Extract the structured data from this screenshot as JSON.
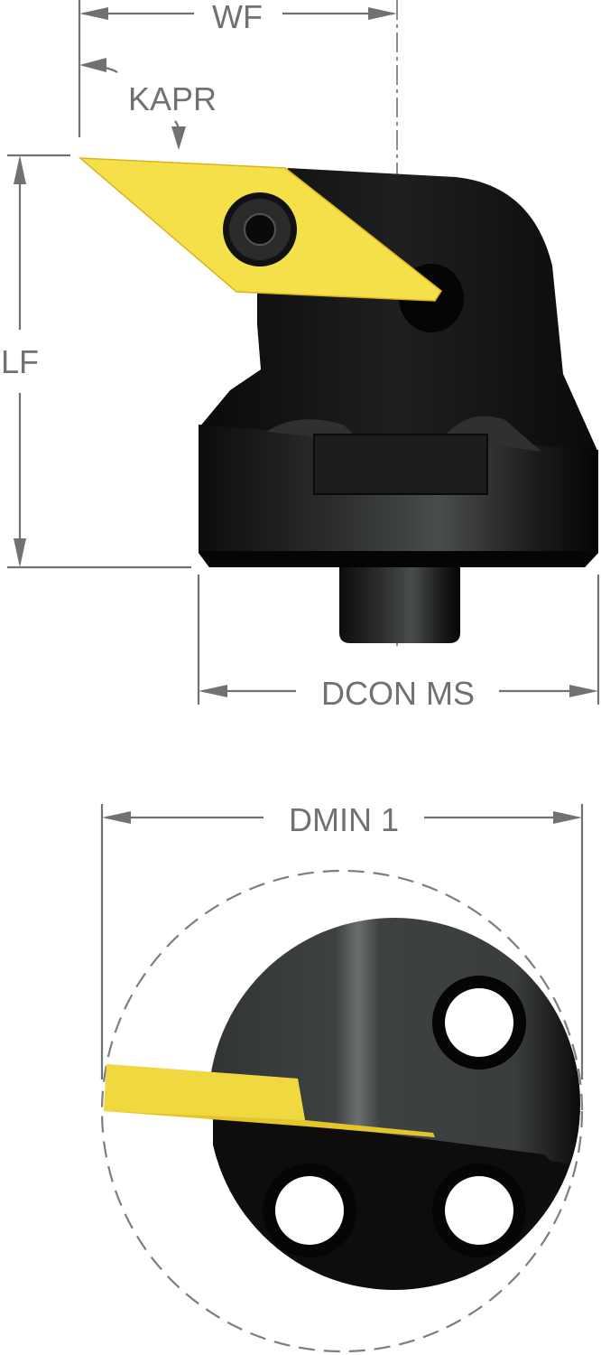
{
  "labels": {
    "wf": "WF",
    "kapr": "KAPR",
    "lf": "LF",
    "dcon_ms": "DCON MS",
    "dmin_1": "DMIN 1"
  },
  "colors": {
    "dimension": "#6f7271",
    "insert": "#f5e04a",
    "insert_shade": "#d9b41e",
    "body": "#141414",
    "body_highlight": "#55595a"
  }
}
